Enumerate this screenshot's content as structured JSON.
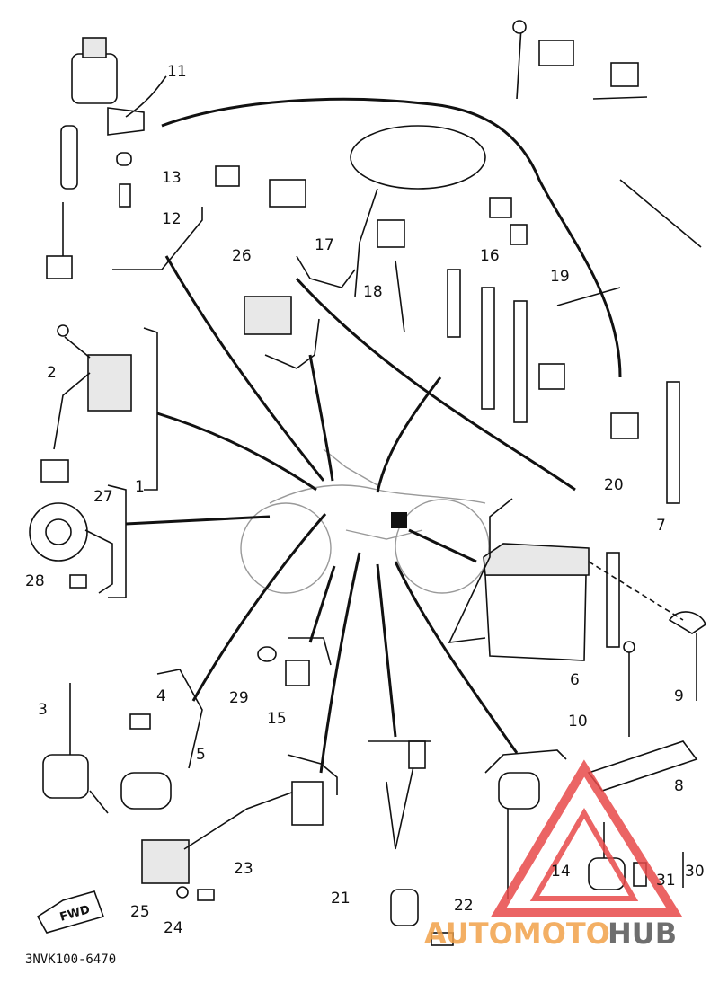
{
  "diagram": {
    "drawing_code": "3NVK100-6470",
    "fwd_label": "FWD",
    "watermark": {
      "part1": "AUTOMOTO",
      "part2": "HUB"
    },
    "callouts": [
      "1",
      "2",
      "3",
      "4",
      "5",
      "6",
      "7",
      "8",
      "9",
      "10",
      "11",
      "12",
      "13",
      "14",
      "15",
      "16",
      "17",
      "18",
      "19",
      "20",
      "21",
      "22",
      "23",
      "24",
      "25",
      "26",
      "27",
      "28",
      "29",
      "30",
      "31"
    ],
    "colors": {
      "ink": "#111111",
      "watermark_orange": "#f2a24a",
      "watermark_red": "#e84a4a",
      "watermark_grey": "#555555"
    }
  }
}
